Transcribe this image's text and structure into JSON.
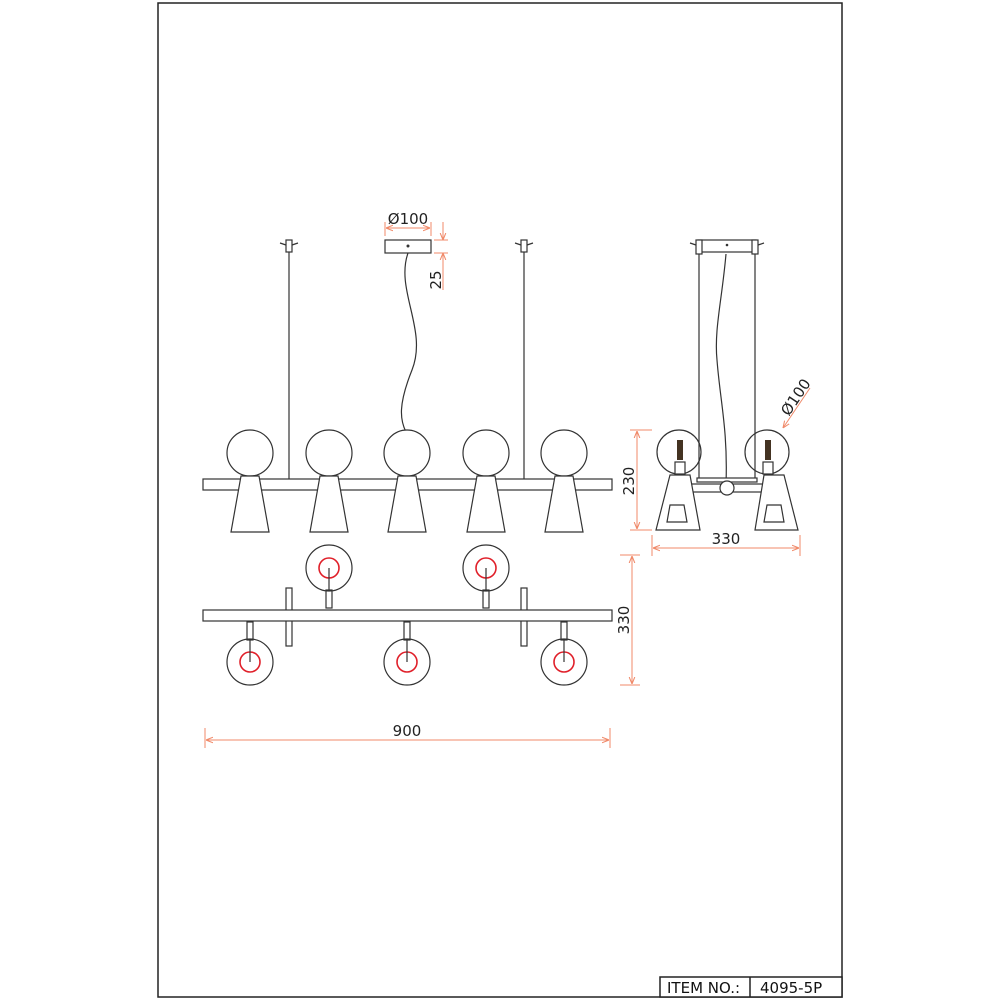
{
  "drawing": {
    "front_view": {
      "canopy_diameter": "Ø100",
      "canopy_height": "25"
    },
    "side_view": {
      "height": "230",
      "width": "330",
      "globe_diameter": "Ø100"
    },
    "plan_view": {
      "depth": "330",
      "length": "900"
    }
  },
  "title_block": {
    "item_label": "ITEM NO.:",
    "item_value": "4095-5P"
  },
  "colors": {
    "dimension": "#f08a6a",
    "lines": "#333333",
    "bulb_ring": "#e0202a"
  }
}
